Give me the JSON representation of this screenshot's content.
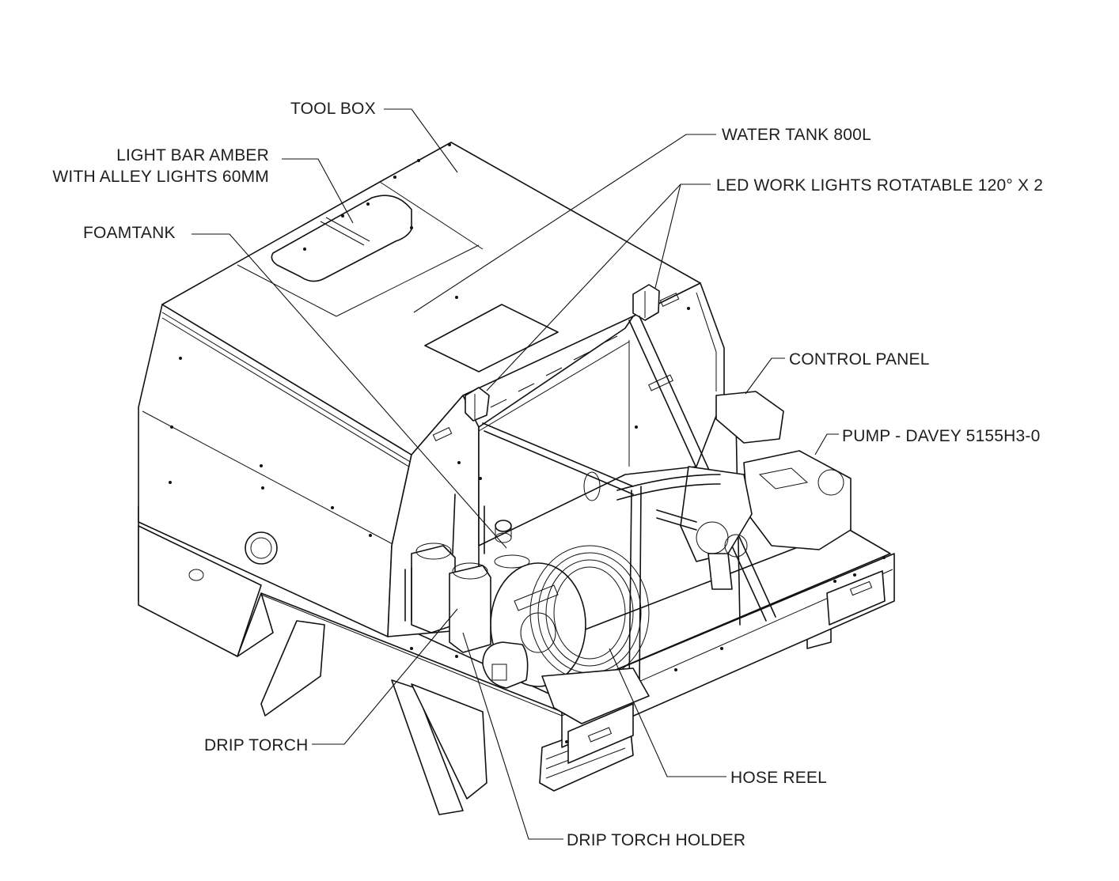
{
  "diagram": {
    "labels": {
      "tool_box": "TOOL BOX",
      "light_bar_line1": "LIGHT BAR AMBER",
      "light_bar_line2": "WITH ALLEY LIGHTS 60MM",
      "water_tank": "WATER TANK 800L",
      "led_work_lights": "LED WORK LIGHTS ROTATABLE 120° X 2",
      "foamtank": "FOAMTANK",
      "control_panel": "CONTROL PANEL",
      "pump": "PUMP - DAVEY 5155H3-0",
      "drip_torch": "DRIP TORCH",
      "hose_reel": "HOSE REEL",
      "drip_torch_holder": "DRIP TORCH HOLDER"
    }
  }
}
